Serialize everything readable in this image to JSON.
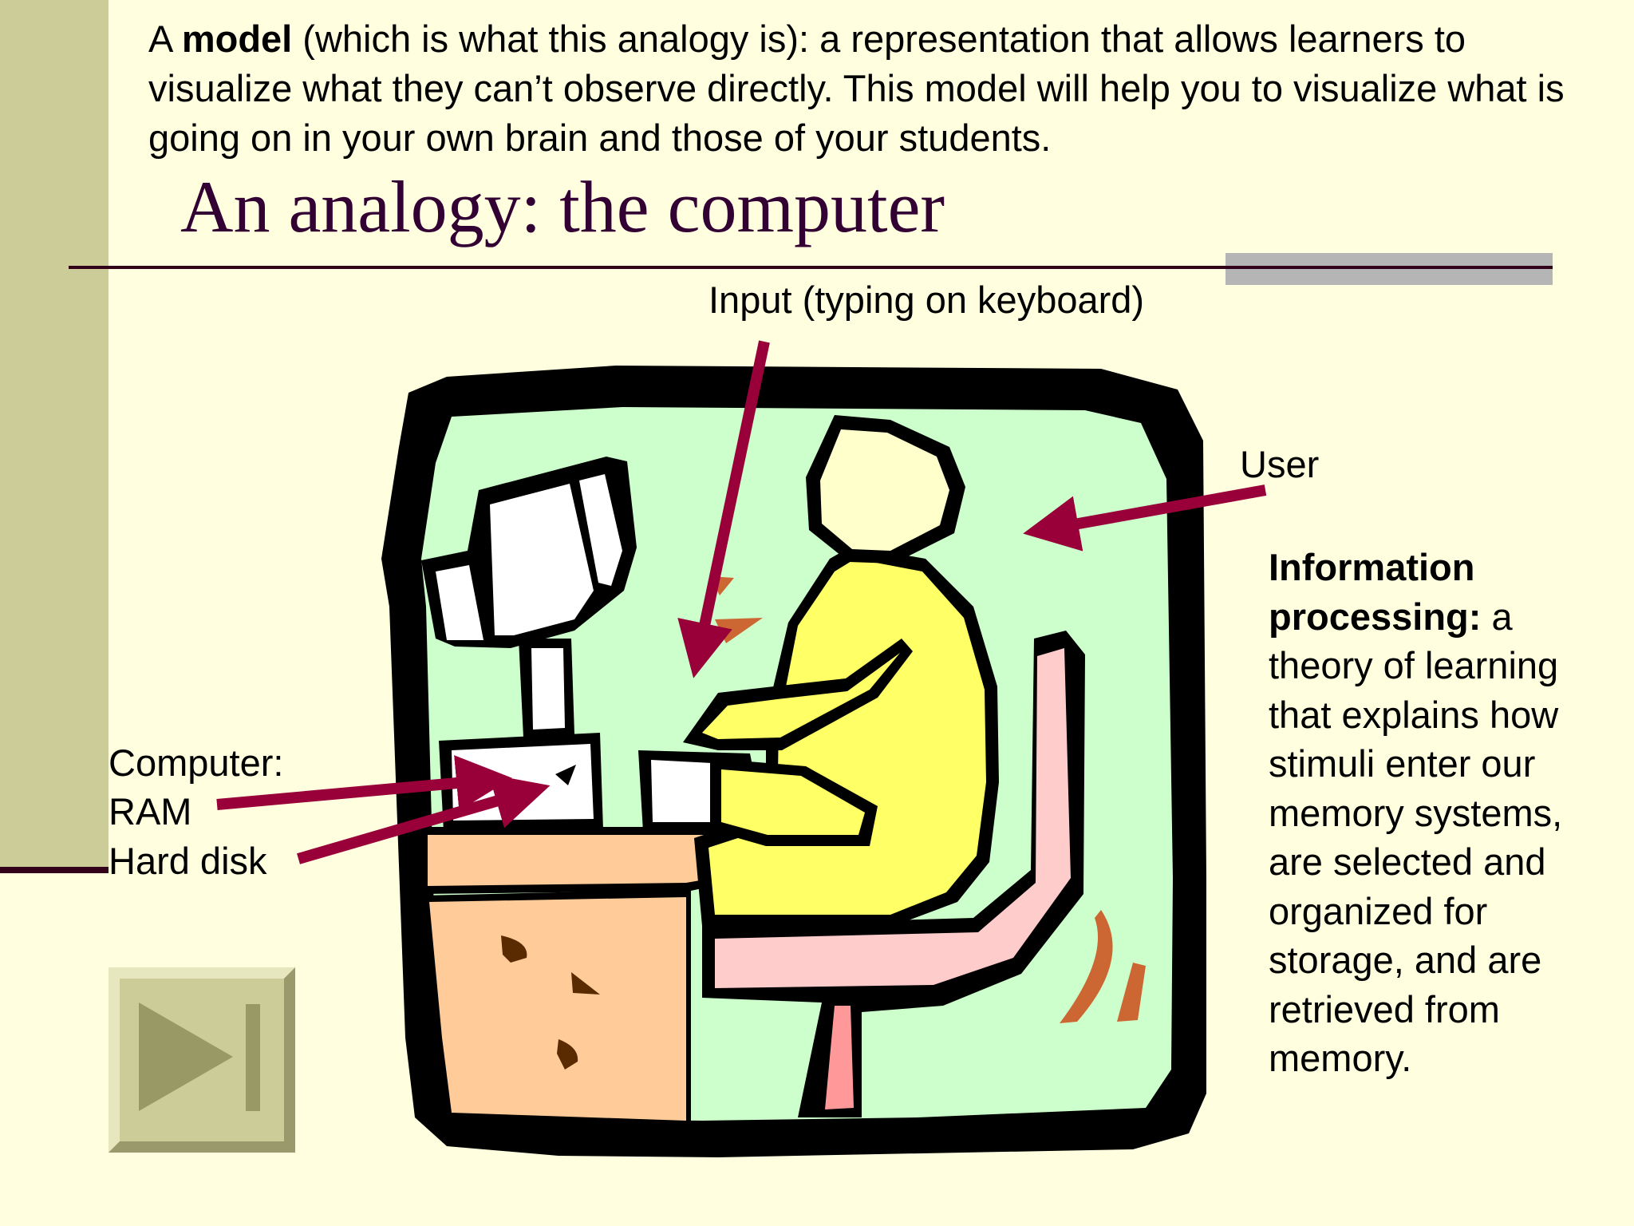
{
  "intro": {
    "prefix": "A ",
    "term": "model",
    "body": " (which is what this analogy is):  a representation that allows learners to visualize what they can’t observe directly.  This model will help you to visualize what is going on in your own brain and those of your students."
  },
  "slide": {
    "title": "An analogy:  the computer"
  },
  "labels": {
    "input": "Input (typing on keyboard)",
    "user": "User",
    "computer": "Computer:",
    "ram": "RAM",
    "hard_disk": "Hard disk"
  },
  "definition": {
    "term": "Information processing:",
    "body": "  a theory of learning that explains how stimuli enter our memory systems, are selected and organized for storage, and are retrieved from memory."
  },
  "colors": {
    "background": "#ffffe0",
    "sidebar": "#cccc99",
    "title": "#330033",
    "arrow": "#99003a",
    "nav_button": "#cccc99"
  },
  "nav": {
    "icon": "skip-to-end-icon"
  }
}
